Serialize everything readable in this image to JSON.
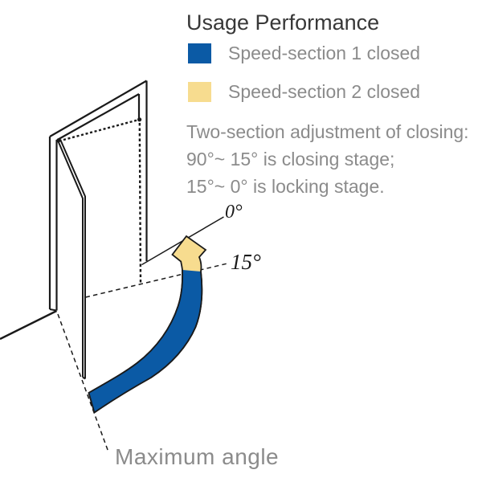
{
  "legend": {
    "title": "Usage Performance",
    "items": [
      {
        "label": "Speed-section 1 closed",
        "color": "#0b5aa5"
      },
      {
        "label": "Speed-section 2 closed",
        "color": "#f7dc8f"
      }
    ],
    "description_lines": [
      "Two-section adjustment of closing:",
      "90°~ 15° is closing stage;",
      "15°~ 0° is locking stage."
    ]
  },
  "diagram": {
    "labels": {
      "zero_deg": "0°",
      "fifteen_deg": "15°",
      "max_angle": "Maximum angle"
    }
  },
  "colors": {
    "section1_blue": "#0b5aa5",
    "section2_yellow": "#f7dc8f",
    "line_black": "#1a1a1a",
    "text_gray": "#8b8b8b",
    "title_dark": "#383838"
  }
}
